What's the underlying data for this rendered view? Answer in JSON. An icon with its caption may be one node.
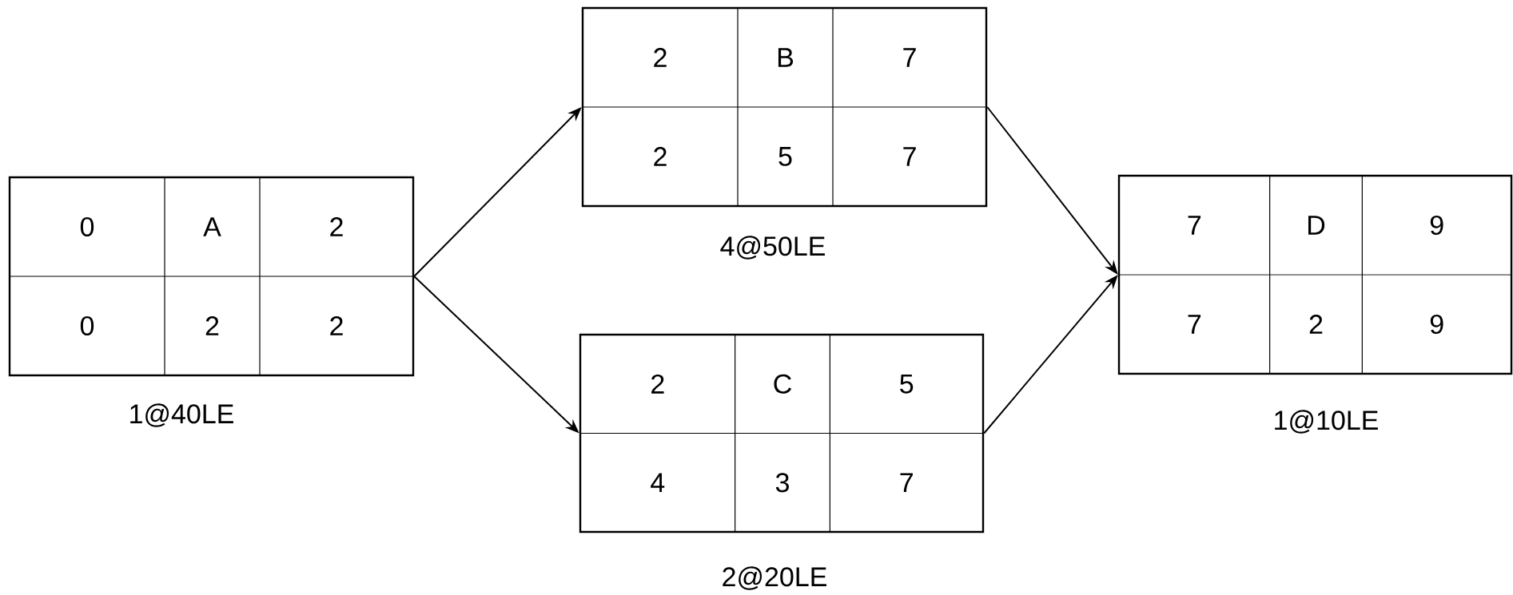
{
  "diagram": {
    "nodes": [
      {
        "text": [
          "0",
          "A",
          "2",
          "0",
          "2",
          "2"
        ],
        "beside": [
          "1@40LE"
        ]
      },
      {
        "text": [
          "2",
          "B",
          "7",
          "2",
          "5",
          "7"
        ],
        "beside": [
          "4@50LE"
        ]
      },
      {
        "text": [
          "2",
          "C",
          "5",
          "4",
          "3",
          "7"
        ],
        "beside": [
          "2@20LE"
        ]
      },
      {
        "text": [
          "7",
          "D",
          "9",
          "7",
          "2",
          "9"
        ],
        "beside": [
          "1@10LE"
        ]
      }
    ],
    "edges": [
      {
        "from": 0,
        "to": 1,
        "arrow": "to"
      },
      {
        "from": 0,
        "to": 2,
        "arrow": "to"
      },
      {
        "from": 1,
        "to": 3,
        "arrow": "to"
      },
      {
        "from": 2,
        "to": 3,
        "arrow": "to"
      }
    ]
  }
}
